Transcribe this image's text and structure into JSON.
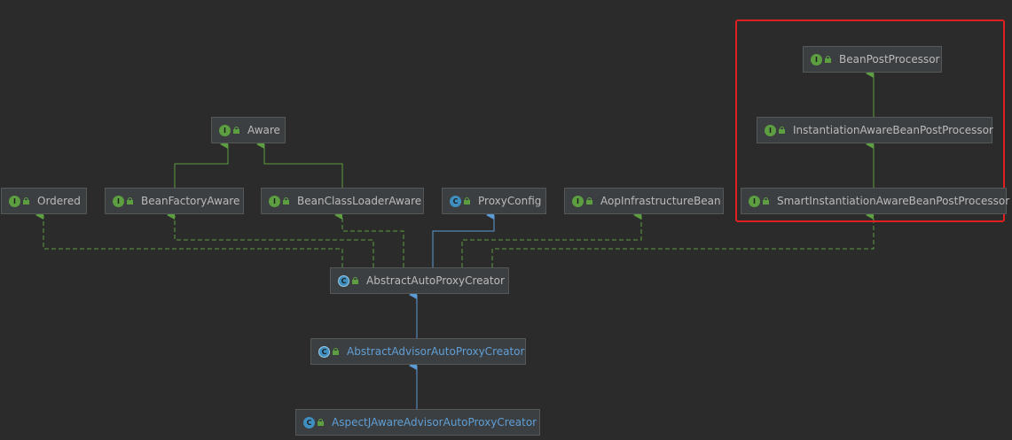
{
  "nodes": [
    {
      "id": "aware",
      "label": "Aware",
      "kind": "interface"
    },
    {
      "id": "ordered",
      "label": "Ordered",
      "kind": "interface"
    },
    {
      "id": "bfa",
      "label": "BeanFactoryAware",
      "kind": "interface"
    },
    {
      "id": "bcla",
      "label": "BeanClassLoaderAware",
      "kind": "interface"
    },
    {
      "id": "pc",
      "label": "ProxyConfig",
      "kind": "class"
    },
    {
      "id": "aib",
      "label": "AopInfrastructureBean",
      "kind": "interface"
    },
    {
      "id": "bpp",
      "label": "BeanPostProcessor",
      "kind": "interface"
    },
    {
      "id": "iabpp",
      "label": "InstantiationAwareBeanPostProcessor",
      "kind": "interface"
    },
    {
      "id": "siabpp",
      "label": "SmartInstantiationAwareBeanPostProcessor",
      "kind": "interface"
    },
    {
      "id": "aapc",
      "label": "AbstractAutoProxyCreator",
      "kind": "abstract"
    },
    {
      "id": "aaapc",
      "label": "AbstractAdvisorAutoProxyCreator",
      "kind": "abstract"
    },
    {
      "id": "ajaapc",
      "label": "AspectJAwareAdvisorAutoProxyCreator",
      "kind": "class"
    }
  ],
  "badges": {
    "interface": "I",
    "class": "C",
    "abstract": "C"
  },
  "colors": {
    "background": "#2b2b2b",
    "interface_edge": "#5c9e40",
    "class_edge": "#5b9bd5",
    "highlight": "#e02020"
  }
}
